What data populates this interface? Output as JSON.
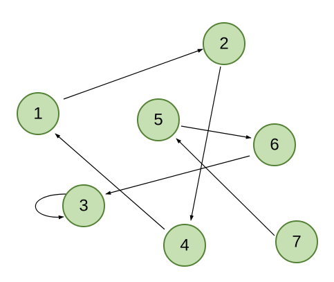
{
  "graph": {
    "nodes": [
      {
        "id": "1",
        "label": "1"
      },
      {
        "id": "2",
        "label": "2"
      },
      {
        "id": "3",
        "label": "3"
      },
      {
        "id": "4",
        "label": "4"
      },
      {
        "id": "5",
        "label": "5"
      },
      {
        "id": "6",
        "label": "6"
      },
      {
        "id": "7",
        "label": "7"
      }
    ],
    "edges": [
      {
        "from": "1",
        "to": "2"
      },
      {
        "from": "2",
        "to": "4"
      },
      {
        "from": "5",
        "to": "6"
      },
      {
        "from": "6",
        "to": "3"
      },
      {
        "from": "3",
        "to": "3"
      },
      {
        "from": "4",
        "to": "1"
      },
      {
        "from": "7",
        "to": "5"
      }
    ]
  },
  "colors": {
    "node_fill": "#c6e0b4",
    "node_stroke": "#548235",
    "edge": "#000000",
    "label": "#000000",
    "background": "#ffffff"
  }
}
